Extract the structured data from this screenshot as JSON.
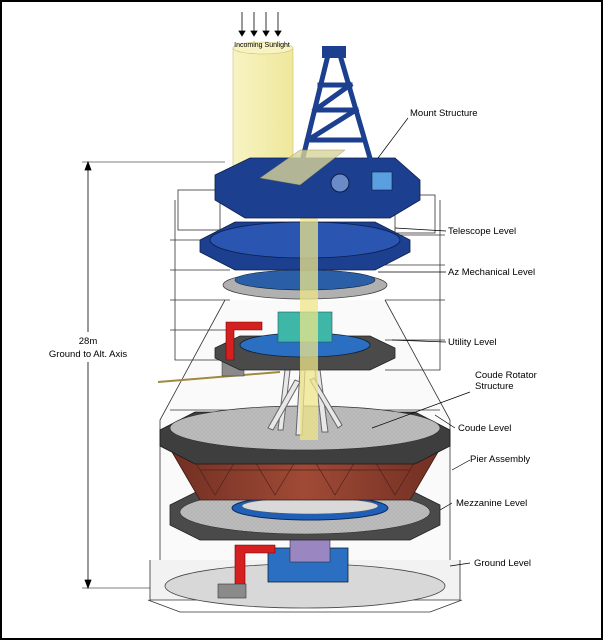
{
  "diagram": {
    "sunlight_label": "Incoming Sunlight",
    "height_label_value": "28m",
    "height_label_text": "Ground to Alt. Axis",
    "labels": {
      "mount_structure": "Mount Structure",
      "telescope_level": "Telescope Level",
      "az_mechanical_level": "Az Mechanical Level",
      "utility_level": "Utility Level",
      "coude_rotator_line1": "Coude Rotator",
      "coude_rotator_line2": "Structure",
      "coude_level": "Coude Level",
      "pier_assembly": "Pier Assembly",
      "mezzanine_level": "Mezzanine Level",
      "ground_level": "Ground Level"
    },
    "colors": {
      "mount_blue": "#1c3f8f",
      "pier_red": "#8a3a2a",
      "duct_red": "#d42020",
      "floor_gray": "#9a9a9a",
      "light_beam": "#f3ef9a",
      "border": "#000000"
    }
  }
}
